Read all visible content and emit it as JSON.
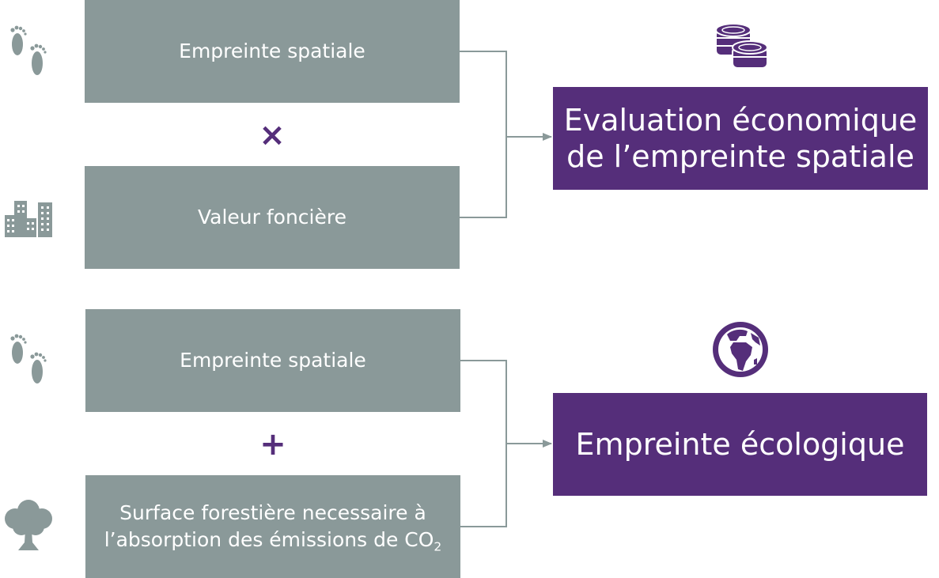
{
  "group1": {
    "input_a": "Empreinte spatiale",
    "operator": "×",
    "input_b": "Valeur foncière",
    "result_line1": "Evaluation économique",
    "result_line2": "de l’empreinte spatiale"
  },
  "group2": {
    "input_a": "Empreinte spatiale",
    "operator": "+",
    "input_b_line1": "Surface forestière necessaire à",
    "input_b_line2": "l’absorption des émissions de CO",
    "input_b_subscript": "2",
    "result": "Empreinte écologique"
  },
  "colors": {
    "input_box": "#8a9999",
    "result_box": "#552e7a",
    "connector": "#8a9999",
    "icon_grey": "#8a9999",
    "icon_purple": "#552e7a"
  },
  "icons": {
    "footprints": "footprints-icon",
    "buildings": "buildings-icon",
    "tree": "tree-icon",
    "coins": "coins-icon",
    "globe": "globe-icon"
  }
}
